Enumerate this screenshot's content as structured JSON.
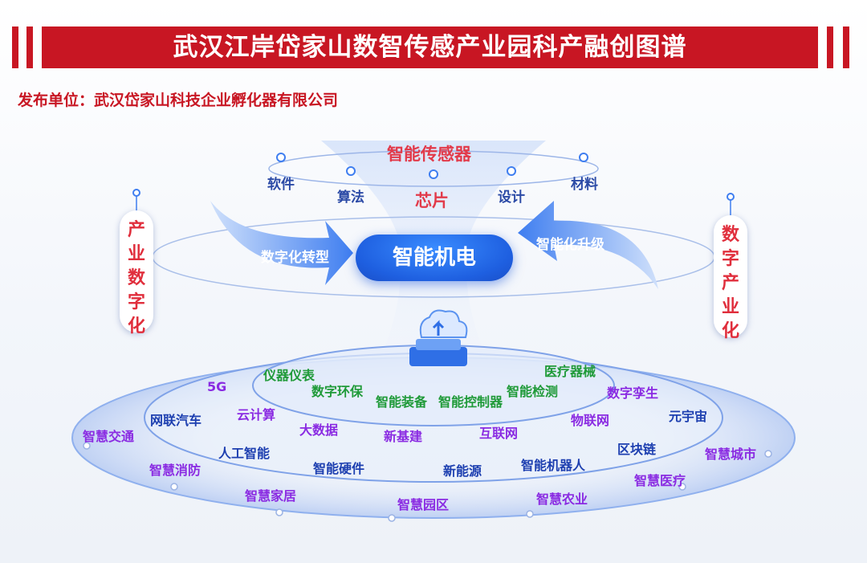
{
  "title": "武汉江岸岱家山数智传感产业园科产融创图谱",
  "publisher": "发布单位：武汉岱家山科技企业孵化器有限公司",
  "top": {
    "header": "智能传感器",
    "items": [
      "软件",
      "算法",
      "芯片",
      "设计",
      "材料"
    ]
  },
  "center": "智能机电",
  "left_arrow": "数字化转型",
  "right_arrow": "智能化升级",
  "left_vertical": [
    "产",
    "业",
    "数",
    "字",
    "化"
  ],
  "right_vertical": [
    "数",
    "字",
    "产",
    "业",
    "化"
  ],
  "inner_ring": [
    "仪器仪表",
    "医疗器械",
    "数字环保",
    "智能检测",
    "智能装备",
    "智能控制器"
  ],
  "middle_ring": [
    "5G",
    "数字孪生",
    "云计算",
    "大数据",
    "新基建",
    "互联网",
    "物联网"
  ],
  "outer_ring": [
    "网联汽车",
    "元宇宙",
    "人工智能",
    "智能硬件",
    "新能源",
    "智能机器人",
    "区块链"
  ],
  "edge_ring": [
    "智慧交通",
    "智慧城市",
    "智慧消防",
    "智慧医疗",
    "智慧家居",
    "智慧园区",
    "智慧农业"
  ],
  "colors": {
    "brand_red": "#c81623",
    "accent_blue": "#1e5fe0"
  }
}
